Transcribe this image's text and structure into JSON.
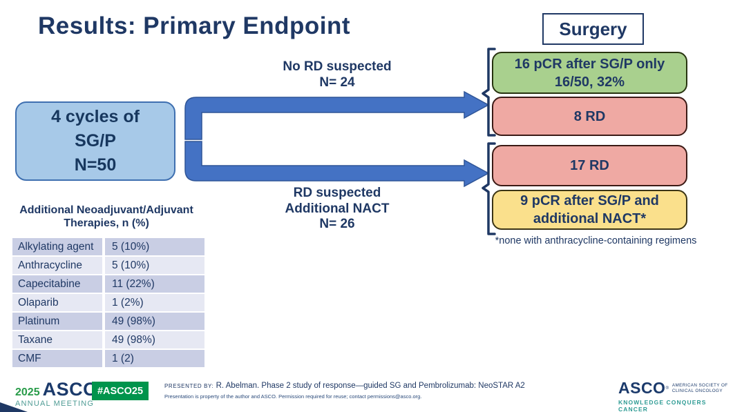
{
  "slide": {
    "title": "Results: Primary Endpoint",
    "surgery_label": "Surgery",
    "source_box": {
      "lines": [
        "4 cycles of",
        "SG/P",
        "N=50"
      ]
    },
    "branch_top": {
      "lines": [
        "No RD suspected",
        "N= 24"
      ]
    },
    "branch_bottom": {
      "lines": [
        "RD suspected",
        "Additional NACT",
        "N= 26"
      ]
    },
    "outcomes": {
      "green": {
        "lines": [
          "16 pCR after SG/P only",
          "16/50, 32%"
        ]
      },
      "rd8": {
        "label": "8 RD"
      },
      "rd17": {
        "label": "17 RD"
      },
      "yellow": {
        "lines": [
          "9 pCR after SG/P and",
          "additional NACT*"
        ]
      }
    },
    "footnote": "*none with anthracycline-containing regimens",
    "table": {
      "title_lines": [
        "Additional Neoadjuvant/Adjuvant",
        "Therapies, n (%)"
      ],
      "rows": [
        {
          "therapy": "Alkylating agent",
          "value": "5 (10%)"
        },
        {
          "therapy": "Anthracycline",
          "value": "5 (10%)"
        },
        {
          "therapy": "Capecitabine",
          "value": "11 (22%)"
        },
        {
          "therapy": "Olaparib",
          "value": "1 (2%)"
        },
        {
          "therapy": "Platinum",
          "value": "49 (98%)"
        },
        {
          "therapy": "Taxane",
          "value": "49 (98%)"
        },
        {
          "therapy": "CMF",
          "value": "1 (2)"
        }
      ]
    },
    "footer": {
      "meeting_year": "2025",
      "meeting_org": "ASCO",
      "meeting_reg": "®",
      "meeting_name": "ANNUAL MEETING",
      "hashtag": "#ASCO25",
      "presented_by_label": "PRESENTED BY:",
      "presented_by_text": "R. Abelman. Phase 2 study of response—guided SG and Pembrolizumab: NeoSTAR A2",
      "disclaimer": "Presentation is property of the author and ASCO. Permission required for reuse; contact permissions@asco.org.",
      "asco_word": "ASCO",
      "asco_reg": "®",
      "asco_society_line1": "AMERICAN SOCIETY OF",
      "asco_society_line2": "CLINICAL ONCOLOGY",
      "asco_tagline": "KNOWLEDGE CONQUERS CANCER"
    }
  },
  "colors": {
    "navy_text": "#1F3864",
    "arrow_blue_fill": "#4472C4",
    "arrow_blue_border": "#2F5597",
    "source_box_fill": "#A7C9E8",
    "source_box_border": "#3E6FB0",
    "green_box_fill": "#A9D08E",
    "pink_box_fill": "#EFA9A3",
    "yellow_box_fill": "#FAE08C",
    "table_row_dark": "#C9CEE4",
    "table_row_light": "#E6E8F3",
    "footer_green": "#00944C",
    "footer_teal": "#2E9B94"
  }
}
